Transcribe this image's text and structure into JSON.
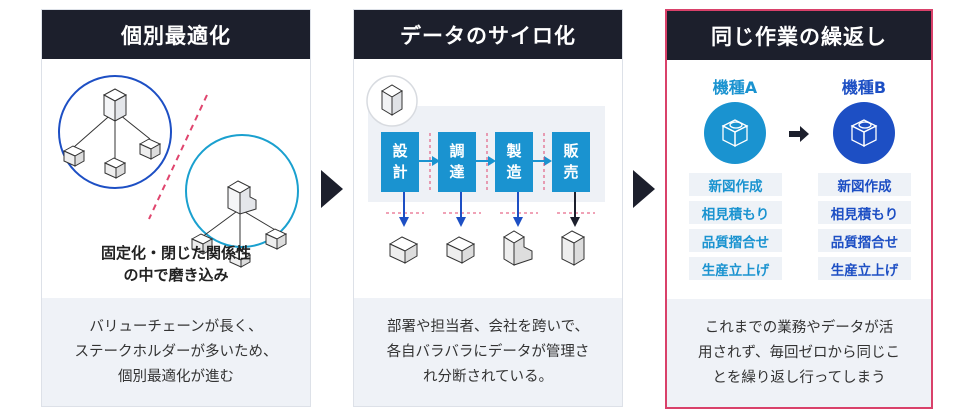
{
  "colors": {
    "header_bg": "#1c1f2c",
    "accent_cyan": "#1a93d0",
    "accent_blue": "#1d4fc4",
    "highlight_border": "#d9416a",
    "divider_red": "#e0456e",
    "footer_bg": "#eff2f7"
  },
  "panels": [
    {
      "title": "個別最適化",
      "caption": "固定化・閉じた関係性\nの中で磨き込み",
      "description": "バリューチェーンが長く、\nステークホルダーが多いため、\n個別最適化が進む",
      "icons": [
        "headquarters-network-icon",
        "branch-network-icon"
      ]
    },
    {
      "title": "データのサイロ化",
      "steps": [
        {
          "line1": "設",
          "line2": "計"
        },
        {
          "line1": "調",
          "line2": "達"
        },
        {
          "line1": "製",
          "line2": "造"
        },
        {
          "line1": "販",
          "line2": "売"
        }
      ],
      "description": "部署や担当者、会社を跨いで、\n各自バラバラにデータが管理さ\nれ分断されている。",
      "icons": [
        "office-building-icon",
        "warehouse-icon",
        "factory-icon",
        "store-icon"
      ]
    },
    {
      "title": "同じ作業の繰返し",
      "models": [
        {
          "label": "機種A",
          "color": "#1a93d0",
          "tasks": [
            "新図作成",
            "相見積もり",
            "品質摺合せ",
            "生産立上げ"
          ]
        },
        {
          "label": "機種B",
          "color": "#1d4fc4",
          "tasks": [
            "新図作成",
            "相見積もり",
            "品質摺合せ",
            "生産立上げ"
          ]
        }
      ],
      "description": "これまでの業務やデータが活\n用されず、毎回ゼロから同じこ\nとを繰り返し行ってしまう"
    }
  ]
}
